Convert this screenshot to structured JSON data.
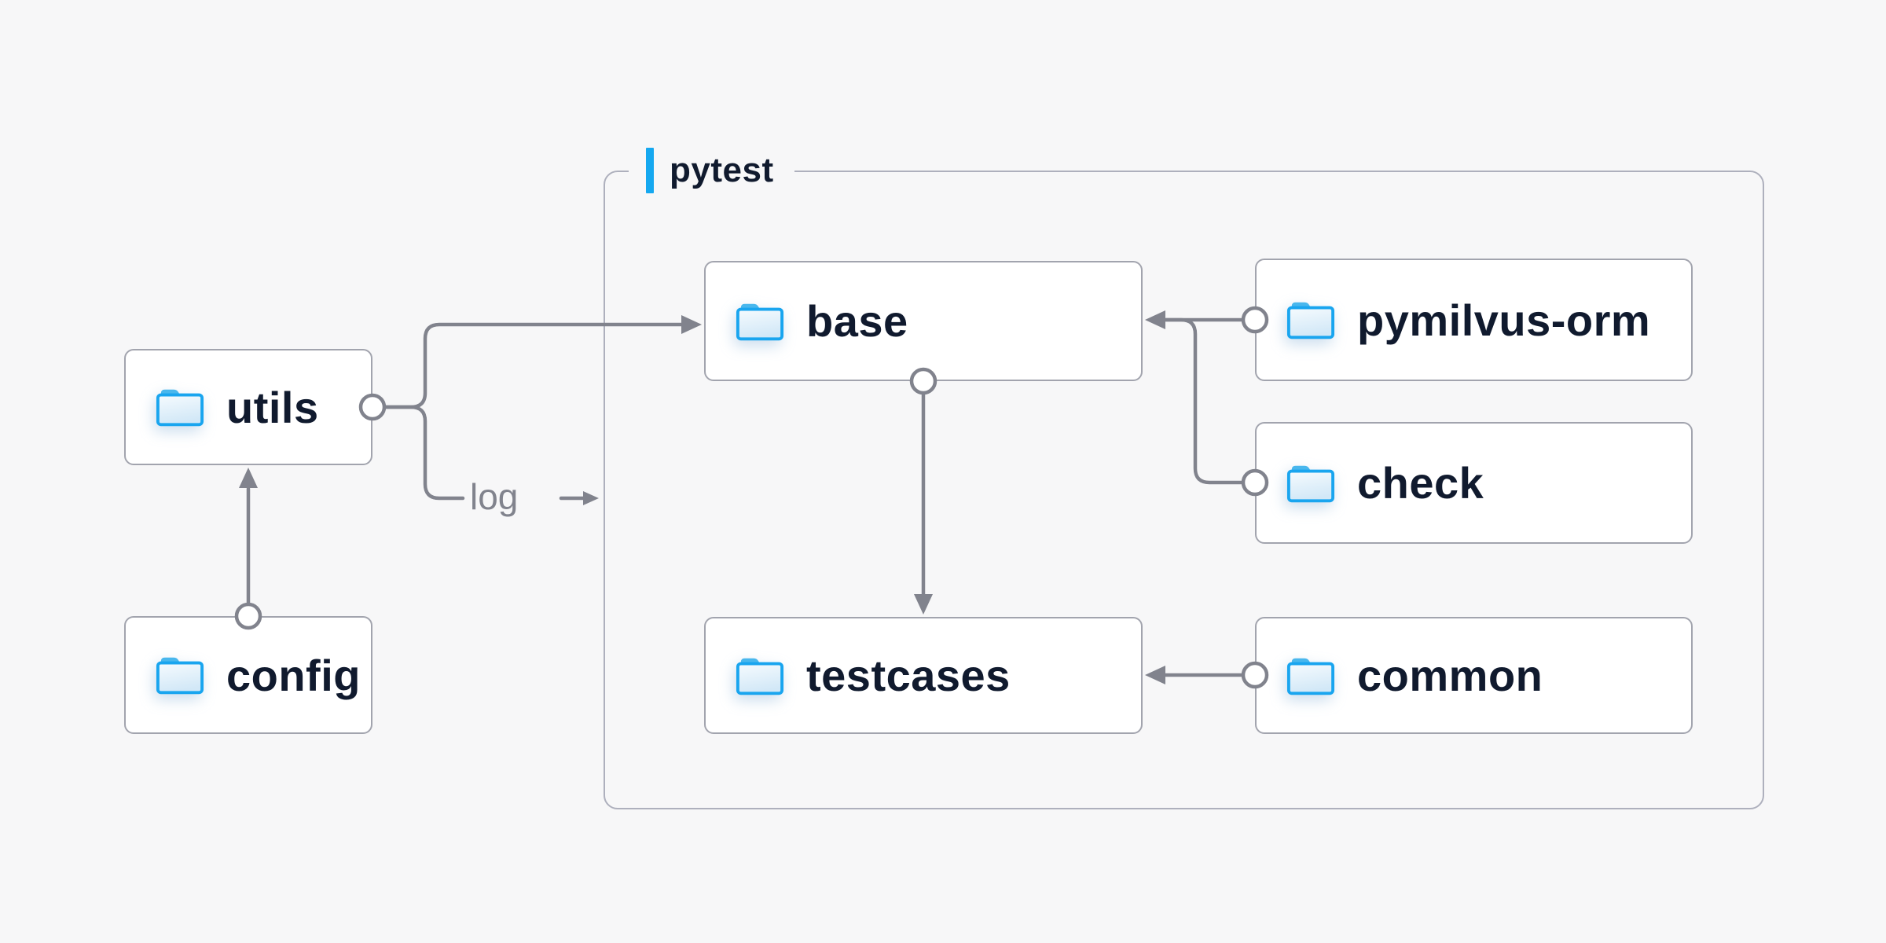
{
  "diagram": {
    "group": {
      "label": "pytest"
    },
    "nodes": [
      {
        "id": "utils",
        "label": "utils"
      },
      {
        "id": "config",
        "label": "config"
      },
      {
        "id": "base",
        "label": "base"
      },
      {
        "id": "pymilvus-orm",
        "label": "pymilvus-orm"
      },
      {
        "id": "check",
        "label": "check"
      },
      {
        "id": "testcases",
        "label": "testcases"
      },
      {
        "id": "common",
        "label": "common"
      }
    ],
    "edge_labels": {
      "log": "log"
    },
    "edges": [
      {
        "from": "config",
        "to": "utils"
      },
      {
        "from": "utils",
        "to": "base"
      },
      {
        "from": "utils",
        "to": "log"
      },
      {
        "from": "base",
        "to": "testcases"
      },
      {
        "from": "pymilvus-orm",
        "to": "base"
      },
      {
        "from": "check",
        "to": "base"
      },
      {
        "from": "common",
        "to": "testcases"
      }
    ],
    "colors": {
      "background": "#f7f7f8",
      "node_fill": "#ffffff",
      "node_border": "#a2a4ae",
      "group_border": "#aeb0bd",
      "edge": "#81838d",
      "label_text": "#101a2e",
      "edge_label_text": "#81838d",
      "accent_blue": "#15a8f0",
      "folder_stroke": "#19a5ef",
      "folder_tab": "#49b7ed"
    }
  }
}
